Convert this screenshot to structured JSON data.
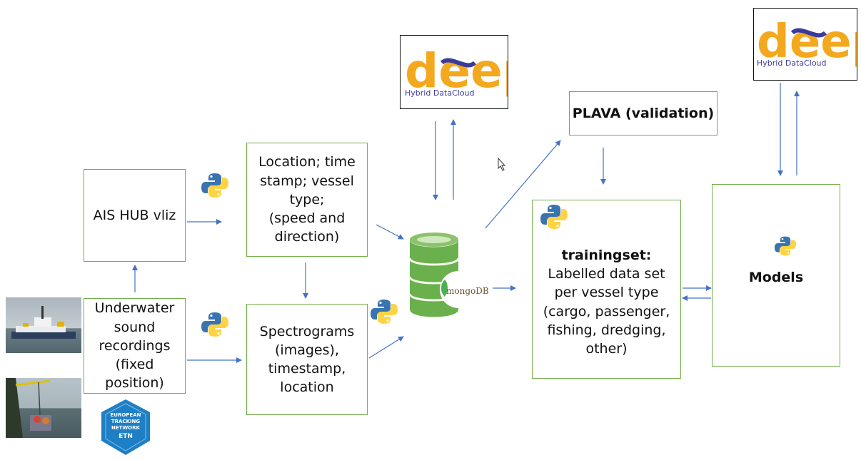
{
  "nodes": {
    "ais": "AIS HUB vliz",
    "location": "Location; time\nstamp; vessel\ntype;\n(speed and\ndirection)",
    "underwater": "Underwater\nsound\nrecordings\n(fixed\nposition)",
    "spectrograms": "Spectrograms\n(images),\ntimestamp,\nlocation",
    "plava": "PLAVA (validation)",
    "trainingset_title": "trainingset:",
    "trainingset_body": "Labelled data set\nper vessel type\n(cargo, passenger,\nfishing, dredging,\nother)",
    "models": "Models"
  },
  "database": {
    "label": "mongoDB",
    "icon": "mongodb-database-icon"
  },
  "logos": {
    "deep": {
      "wordmark": "deep",
      "caption": "Hybrid DataCloud"
    },
    "etn": {
      "line1": "EUROPEAN",
      "line2": "TRACKING",
      "line3": "NETWORK",
      "abbr": "ETN"
    }
  },
  "icons": {
    "python": "python-logo-icon",
    "cursor": "mouse-cursor-icon"
  },
  "colors": {
    "box_border": "#70ad47",
    "arrow": "#4472c4",
    "deep_orange": "#f4a81d",
    "deep_blue": "#3b3b9c",
    "python_blue": "#3a74b0",
    "python_yellow": "#ffd343",
    "mongo_green": "#6ab04c"
  }
}
